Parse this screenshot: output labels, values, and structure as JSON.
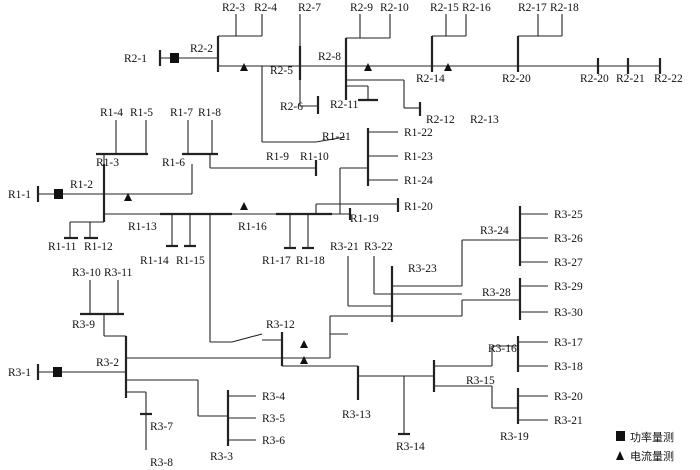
{
  "labels": {
    "R2-1": "R2-1",
    "R2-2": "R2-2",
    "R2-3": "R2-3",
    "R2-4": "R2-4",
    "R2-5": "R2-5",
    "R2-6": "R2-6",
    "R2-7": "R2-7",
    "R2-8": "R2-8",
    "R2-9": "R2-9",
    "R2-10": "R2-10",
    "R2-11": "R2-11",
    "R2-12": "R2-12",
    "R2-13": "R2-13",
    "R2-14": "R2-14",
    "R2-15": "R2-15",
    "R2-16": "R2-16",
    "R2-17": "R2-17",
    "R2-18": "R2-18",
    "R2-20": "R2-20",
    "R2-21": "R2-21",
    "R2-22": "R2-22",
    "R1-1": "R1-1",
    "R1-2": "R1-2",
    "R1-3": "R1-3",
    "R1-4": "R1-4",
    "R1-5": "R1-5",
    "R1-6": "R1-6",
    "R1-7": "R1-7",
    "R1-8": "R1-8",
    "R1-9": "R1-9",
    "R1-10": "R1-10",
    "R1-11": "R1-11",
    "R1-12": "R1-12",
    "R1-13": "R1-13",
    "R1-14": "R1-14",
    "R1-15": "R1-15",
    "R1-16": "R1-16",
    "R1-17": "R1-17",
    "R1-18": "R1-18",
    "R1-19": "R1-19",
    "R1-20": "R1-20",
    "R1-21": "R1-21",
    "R1-22": "R1-22",
    "R1-23": "R1-23",
    "R1-24": "R1-24",
    "R3-1": "R3-1",
    "R3-2": "R3-2",
    "R3-3": "R3-3",
    "R3-4": "R3-4",
    "R3-5": "R3-5",
    "R3-6": "R3-6",
    "R3-7": "R3-7",
    "R3-8": "R3-8",
    "R3-9": "R3-9",
    "R3-10": "R3-10",
    "R3-11": "R3-11",
    "R3-12": "R3-12",
    "R3-13": "R3-13",
    "R3-14": "R3-14",
    "R3-15": "R3-15",
    "R3-16": "R3-16",
    "R3-17": "R3-17",
    "R3-18": "R3-18",
    "R3-19": "R3-19",
    "R3-20": "R3-20",
    "R3-21": "R3-21",
    "R3-22": "R3-22",
    "R3-23": "R3-23",
    "R3-24": "R3-24",
    "R3-25": "R3-25",
    "R3-26": "R3-26",
    "R3-27": "R3-27",
    "R3-28": "R3-28",
    "R3-29": "R3-29",
    "R3-30": "R3-30"
  },
  "legend": {
    "power": "功率量测",
    "current": "电流量测"
  }
}
